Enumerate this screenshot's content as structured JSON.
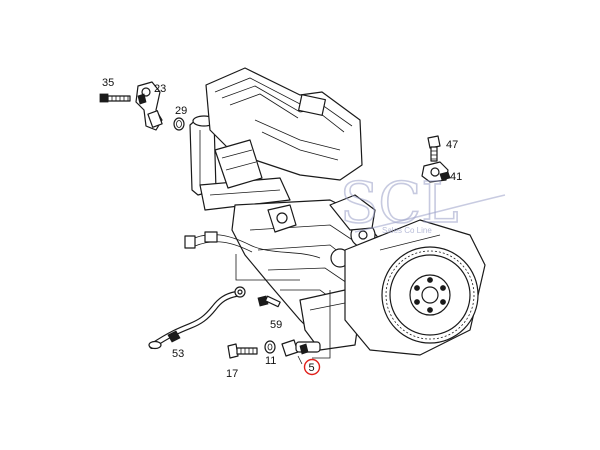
{
  "callouts": [
    {
      "id": "c35",
      "number": "35"
    },
    {
      "id": "c23",
      "number": "23"
    },
    {
      "id": "c29",
      "number": "29"
    },
    {
      "id": "c47",
      "number": "47"
    },
    {
      "id": "c41",
      "number": "41"
    },
    {
      "id": "c59",
      "number": "59"
    },
    {
      "id": "c53",
      "number": "53"
    },
    {
      "id": "c17",
      "number": "17"
    },
    {
      "id": "c11",
      "number": "11"
    },
    {
      "id": "c5",
      "number": "5"
    }
  ],
  "highlighted_callout": "5",
  "colors": {
    "line": "#1a1a1a",
    "highlight_ring": "#e0201b",
    "watermark": "#9aa0c8"
  },
  "watermark": {
    "logo_text": "SCL",
    "tagline": "Sales Co Line"
  }
}
